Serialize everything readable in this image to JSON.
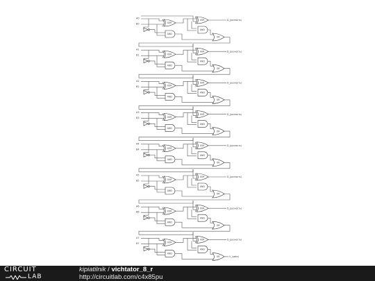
{
  "schematic": {
    "stages": [
      {
        "in_a": "A0",
        "in_b": "B0",
        "out": "D_(разность)",
        "xor1": "XOR",
        "and1": "AND",
        "xor2": "XOR",
        "and2": "AND",
        "or1": "OR"
      },
      {
        "in_a": "A1",
        "in_b": "B1",
        "out": "D_(разность)",
        "xor1": "XOR",
        "and1": "AND",
        "xor2": "XOR",
        "and2": "AND",
        "or1": "OR"
      },
      {
        "in_a": "A2",
        "in_b": "B2",
        "out": "D_(разность)",
        "xor1": "XOR",
        "and1": "AND",
        "xor2": "XOR",
        "and2": "AND",
        "or1": "OR"
      },
      {
        "in_a": "A3",
        "in_b": "B3",
        "out": "D_(разность)",
        "xor1": "XOR",
        "and1": "AND",
        "xor2": "XOR",
        "and2": "AND",
        "or1": "OR"
      },
      {
        "in_a": "A4",
        "in_b": "B4",
        "out": "D_(разность)",
        "xor1": "XOR",
        "and1": "AND",
        "xor2": "XOR",
        "and2": "AND",
        "or1": "OR"
      },
      {
        "in_a": "A5",
        "in_b": "B5",
        "out": "D_(разность)",
        "xor1": "XOR",
        "and1": "AND",
        "xor2": "XOR",
        "and2": "AND",
        "or1": "OR"
      },
      {
        "in_a": "A6",
        "in_b": "B6",
        "out": "D_(разность)",
        "xor1": "XOR",
        "and1": "AND",
        "xor2": "XOR",
        "and2": "AND",
        "or1": "OR"
      },
      {
        "in_a": "A7",
        "in_b": "B7",
        "out": "D_(разность)",
        "xor1": "XOR",
        "and1": "AND",
        "xor2": "XOR",
        "and2": "AND",
        "or1": "OR",
        "final_out": "V_(заём)"
      }
    ],
    "colors": {
      "wire": "#555555",
      "gate": "#333333",
      "label": "#444444"
    }
  },
  "footer": {
    "logo_top": "CIRCUIT",
    "logo_bottom": "LAB",
    "user": "kipiatilnik",
    "separator": " / ",
    "title": "vichtator_8_r",
    "url": "http://circuitlab.com/c4x85pu"
  }
}
